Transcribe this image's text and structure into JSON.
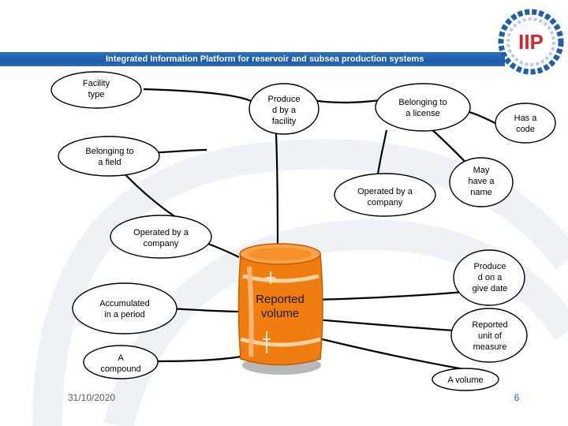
{
  "header": {
    "title": "Integrated Information Platform for reservoir and subsea production systems"
  },
  "logo": {
    "text": "IIP",
    "color": "#d6262f",
    "ring_color": "#1f5ea8"
  },
  "colors": {
    "accent_blue": "#1f5ea8",
    "barrel_orange": "#f07d10"
  },
  "diagram": {
    "center": {
      "label": "Reported\nvolume"
    },
    "nodes": [
      {
        "id": "facility-type",
        "label": "Facility\ntype"
      },
      {
        "id": "produced-by-facility",
        "label": "Produce\nd by a\nfacility"
      },
      {
        "id": "belonging-license",
        "label": "Belonging to\na license"
      },
      {
        "id": "has-code",
        "label": "Has a\ncode"
      },
      {
        "id": "belonging-field",
        "label": "Belonging to\na field"
      },
      {
        "id": "operated-company-1",
        "label": "Operated by a\ncompany"
      },
      {
        "id": "may-have-name",
        "label": "May\nhave a\nname"
      },
      {
        "id": "operated-company-2",
        "label": "Operated by a\ncompany"
      },
      {
        "id": "produced-date",
        "label": "Produce\nd on a\ngive date"
      },
      {
        "id": "accumulated-period",
        "label": "Accumulated\nin a period"
      },
      {
        "id": "reported-unit",
        "label": "Reported\nunit of\nmeasure"
      },
      {
        "id": "compound",
        "label": "A\ncompound"
      },
      {
        "id": "volume",
        "label": "A volume"
      }
    ]
  },
  "footer": {
    "date": "31/10/2020",
    "page": "6"
  }
}
